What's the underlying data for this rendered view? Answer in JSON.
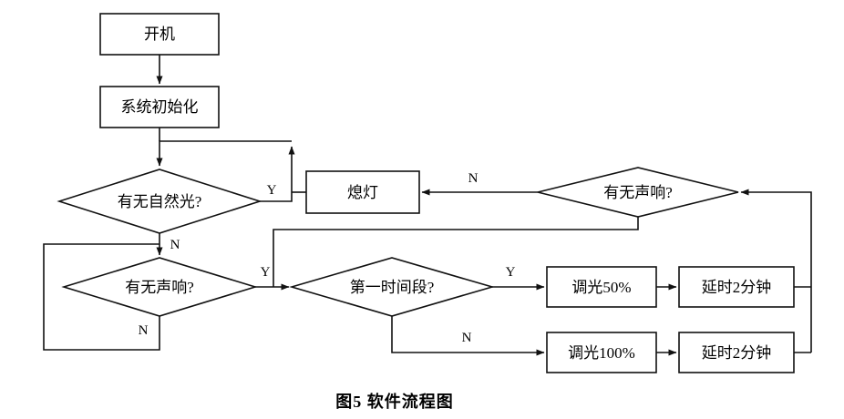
{
  "figure": {
    "caption": "图5  软件流程图"
  },
  "nodes": {
    "power_on": {
      "label": "开机"
    },
    "system_init": {
      "label": "系统初始化"
    },
    "natural_light": {
      "label": "有无自然光?"
    },
    "lights_off": {
      "label": "熄灯"
    },
    "sound_top": {
      "label": "有无声响?"
    },
    "sound_left": {
      "label": "有无声响?"
    },
    "first_period": {
      "label": "第一时间段?"
    },
    "dim_50": {
      "label": "调光50%"
    },
    "dim_100": {
      "label": "调光100%"
    },
    "delay_top": {
      "label": "延时2分钟"
    },
    "delay_bottom": {
      "label": "延时2分钟"
    }
  },
  "branches": {
    "natural_light_y": "Y",
    "natural_light_n": "N",
    "sound_left_y": "Y",
    "sound_left_n": "N",
    "first_period_y": "Y",
    "first_period_n": "N",
    "sound_top_n": "N"
  }
}
